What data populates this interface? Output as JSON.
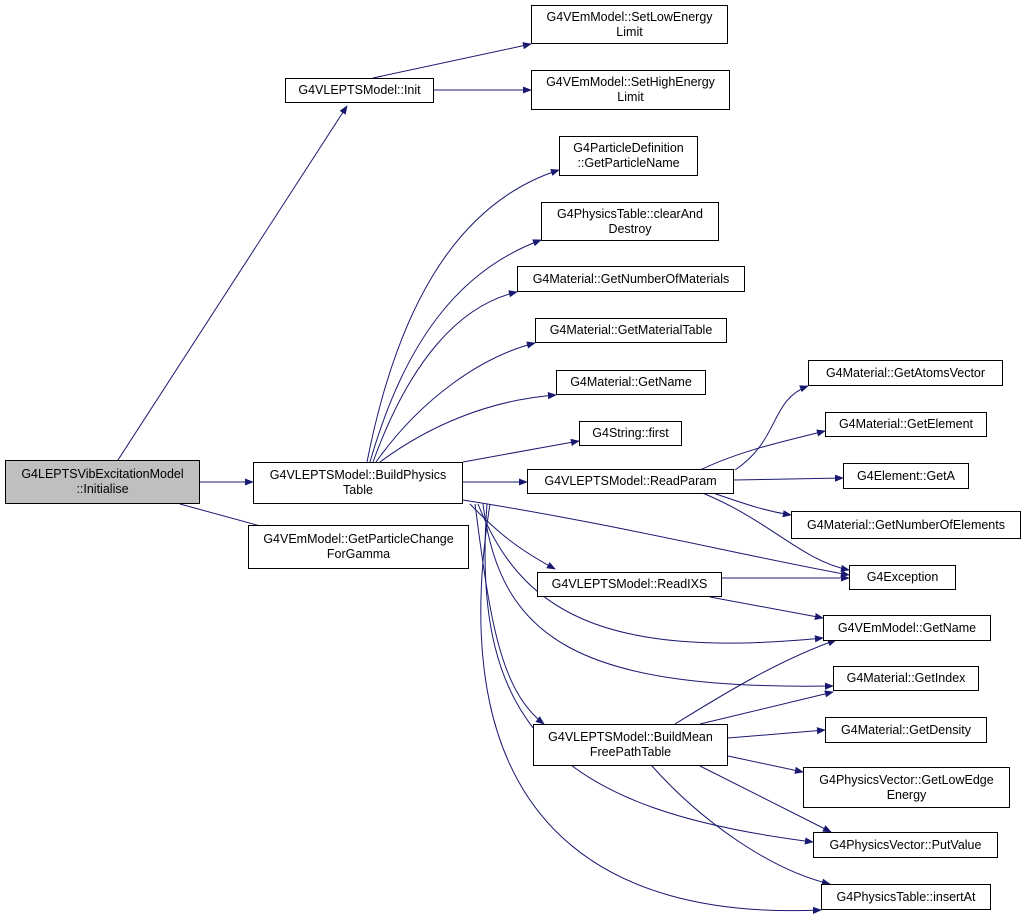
{
  "colors": {
    "edge": "#191970",
    "root_fill": "#bfbfbf",
    "node_border": "#000000"
  },
  "nodes": {
    "root": "G4LEPTSVibExcitationModel\n::Initialise",
    "init": "G4VLEPTSModel::Init",
    "setLow": "G4VEmModel::SetLowEnergy\nLimit",
    "setHigh": "G4VEmModel::SetHighEnergy\nLimit",
    "getParticleName": "G4ParticleDefinition\n::GetParticleName",
    "clearAndDestroy": "G4PhysicsTable::clearAnd\nDestroy",
    "getNumMaterials": "G4Material::GetNumberOfMaterials",
    "getMaterialTable": "G4Material::GetMaterialTable",
    "matGetName": "G4Material::GetName",
    "stringFirst": "G4String::first",
    "buildPhysicsTable": "G4VLEPTSModel::BuildPhysics\nTable",
    "getParticleChange": "G4VEmModel::GetParticleChange\nForGamma",
    "readParam": "G4VLEPTSModel::ReadParam",
    "getAtomsVector": "G4Material::GetAtomsVector",
    "getElement": "G4Material::GetElement",
    "elementGetA": "G4Element::GetA",
    "getNumElements": "G4Material::GetNumberOfElements",
    "exception": "G4Exception",
    "readIXS": "G4VLEPTSModel::ReadIXS",
    "emGetName": "G4VEmModel::GetName",
    "getIndex": "G4Material::GetIndex",
    "buildMeanFree": "G4VLEPTSModel::BuildMean\nFreePathTable",
    "getDensity": "G4Material::GetDensity",
    "getLowEdge": "G4PhysicsVector::GetLowEdge\nEnergy",
    "putValue": "G4PhysicsVector::PutValue",
    "insertAt": "G4PhysicsTable::insertAt"
  }
}
